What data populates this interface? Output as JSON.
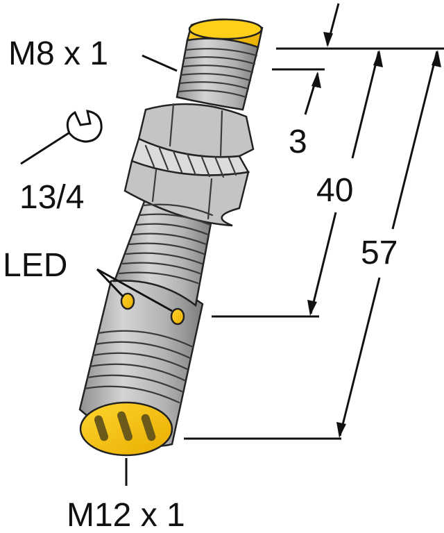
{
  "labels": {
    "thread_top": "M8 x 1",
    "wrench": "13/4",
    "led": "LED",
    "thread_bottom": "M12 x 1"
  },
  "dimensions": {
    "d1": "3",
    "d2": "40",
    "d3": "57"
  },
  "colors": {
    "body": "#b9b9b9",
    "body_dark": "#8d8d8d",
    "yellow": "#f4c20d",
    "line": "#111111"
  },
  "icons": [
    "wrench-icon"
  ]
}
